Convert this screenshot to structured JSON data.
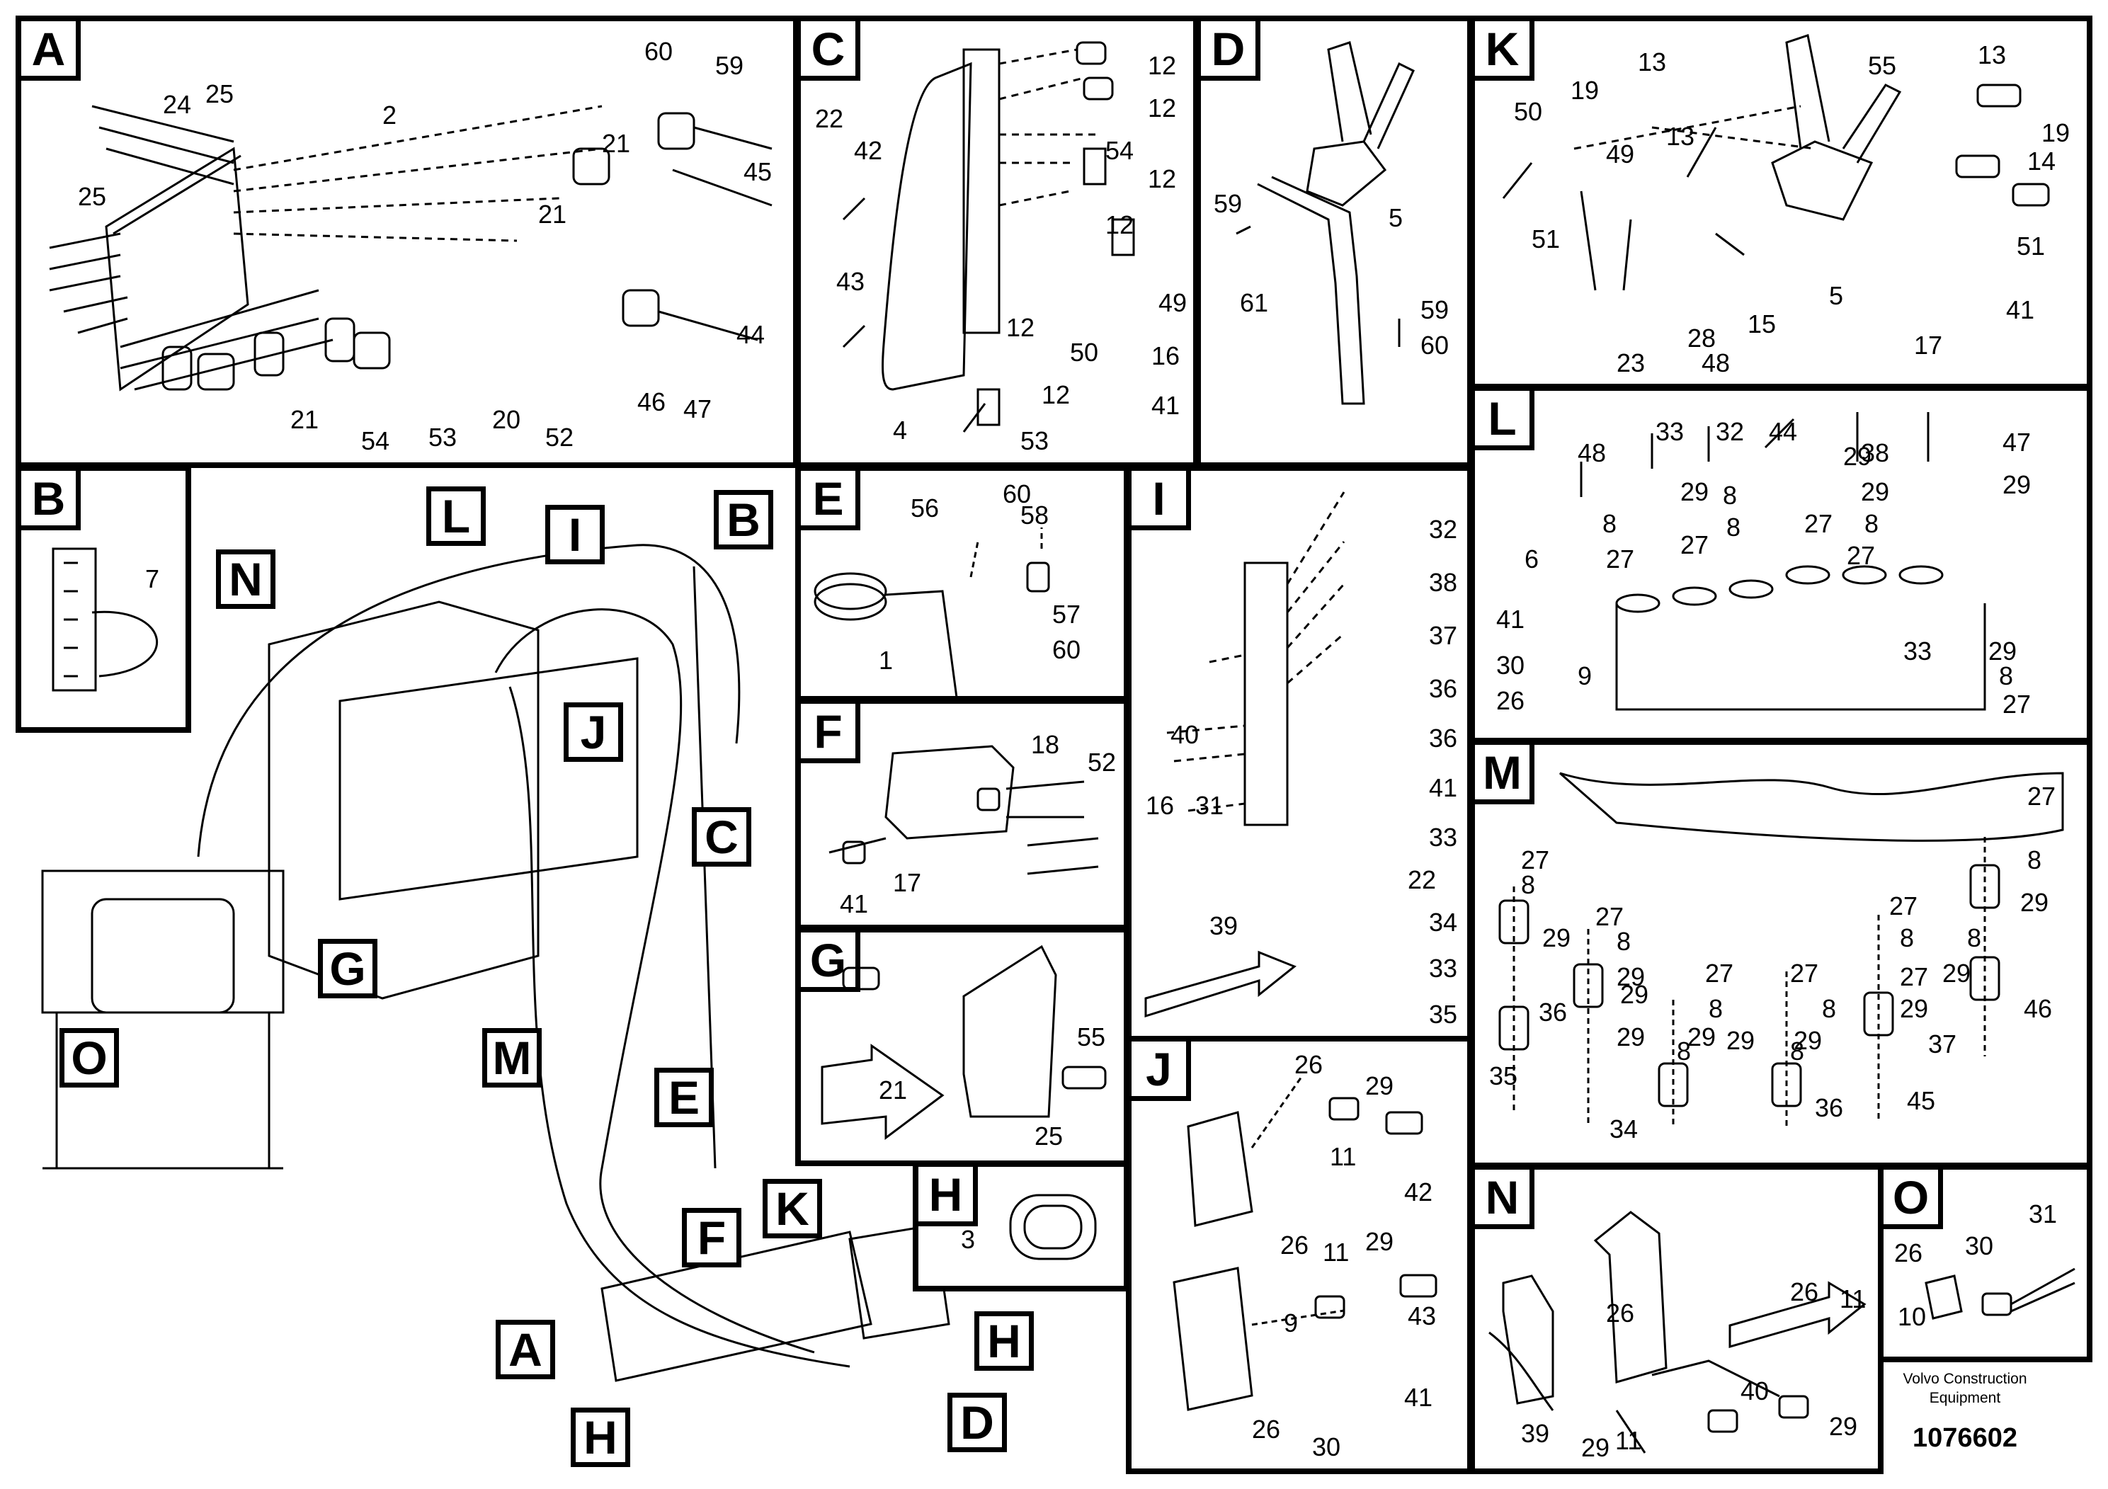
{
  "panels": {
    "A": {
      "tag": "A",
      "labels": [
        "60",
        "59",
        "24",
        "25",
        "2",
        "25",
        "21",
        "45",
        "21",
        "44",
        "21",
        "54",
        "53",
        "20",
        "52",
        "46",
        "47"
      ]
    },
    "B": {
      "tag": "B",
      "labels": [
        "7"
      ]
    },
    "C": {
      "tag": "C",
      "labels": [
        "12",
        "12",
        "22",
        "42",
        "54",
        "12",
        "12",
        "49",
        "43",
        "12",
        "50",
        "16",
        "12",
        "41",
        "4",
        "53"
      ]
    },
    "D": {
      "tag": "D",
      "labels": [
        "59",
        "61",
        "5",
        "59",
        "60"
      ]
    },
    "K": {
      "tag": "K",
      "labels": [
        "13",
        "55",
        "13",
        "50",
        "19",
        "19",
        "49",
        "13",
        "14",
        "51",
        "5",
        "51",
        "23",
        "28",
        "15",
        "17",
        "41",
        "48"
      ]
    },
    "E": {
      "tag": "E",
      "labels": [
        "56",
        "60",
        "58",
        "57",
        "1",
        "60"
      ]
    },
    "F": {
      "tag": "F",
      "labels": [
        "18",
        "52",
        "41",
        "17"
      ]
    },
    "G": {
      "tag": "G",
      "labels": [
        "55",
        "21",
        "25"
      ]
    },
    "H": {
      "tag": "H",
      "labels": [
        "3"
      ]
    },
    "I": {
      "tag": "I",
      "labels": [
        "32",
        "38",
        "37",
        "36",
        "40",
        "36",
        "16",
        "31",
        "41",
        "33",
        "22",
        "39",
        "34",
        "33",
        "35"
      ]
    },
    "J": {
      "tag": "J",
      "labels": [
        "26",
        "29",
        "11",
        "42",
        "26",
        "11",
        "29",
        "43",
        "9",
        "41",
        "26",
        "30"
      ]
    },
    "L": {
      "tag": "L",
      "labels": [
        "48",
        "33",
        "32",
        "44",
        "47",
        "38",
        "29",
        "29",
        "29",
        "8",
        "8",
        "29",
        "6",
        "27",
        "8",
        "27",
        "27",
        "8",
        "27",
        "41",
        "33",
        "29",
        "30",
        "9",
        "8",
        "26",
        "27"
      ]
    },
    "M": {
      "tag": "M",
      "labels": [
        "27",
        "27",
        "8",
        "8",
        "27",
        "27",
        "29",
        "29",
        "8",
        "29",
        "8",
        "27",
        "27",
        "8",
        "27",
        "29",
        "8",
        "8",
        "29",
        "46",
        "36",
        "29",
        "8",
        "8",
        "29",
        "29",
        "37",
        "35",
        "29",
        "29",
        "34",
        "36",
        "45"
      ]
    },
    "N": {
      "tag": "N",
      "labels": [
        "26",
        "26",
        "11",
        "40",
        "39",
        "11",
        "29",
        "29"
      ]
    },
    "O": {
      "tag": "O",
      "labels": [
        "26",
        "30",
        "31",
        "10"
      ]
    }
  },
  "main_view_callouts": [
    "N",
    "L",
    "I",
    "B",
    "J",
    "C",
    "G",
    "M",
    "E",
    "O",
    "F",
    "K",
    "A",
    "H",
    "H",
    "D"
  ],
  "footer": {
    "brand_line1": "Volvo Construction",
    "brand_line2": "Equipment",
    "drawing_number": "1076602"
  }
}
